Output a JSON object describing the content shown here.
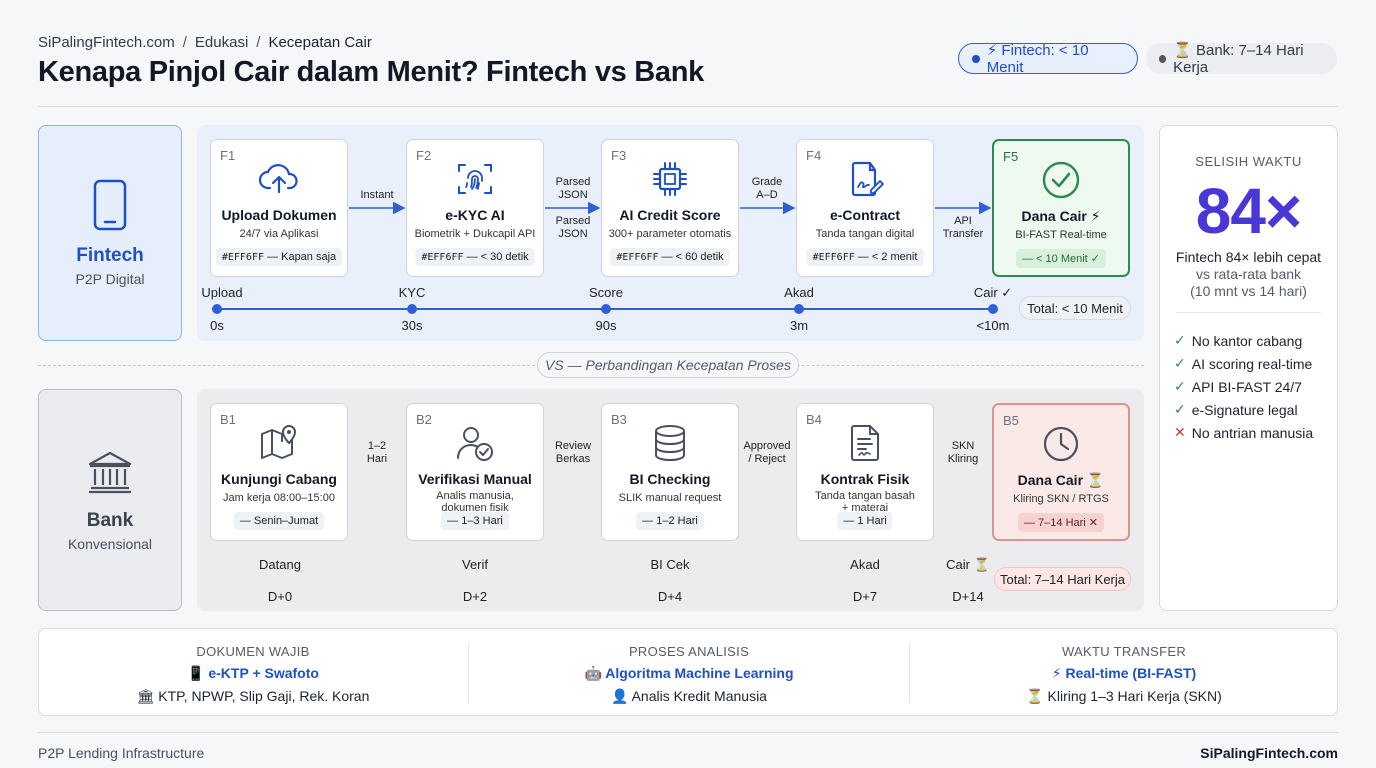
{
  "breadcrumb": {
    "site": "SiPalingFintech.com",
    "sep": "/",
    "section": "Edukasi",
    "current": "Kecepatan Cair"
  },
  "title": "Kenapa Pinjol Cair dalam Menit? Fintech vs Bank",
  "pills": {
    "fintech": "⚡ Fintech: < 10 Menit",
    "bank": "⏳ Bank: 7–14 Hari Kerja"
  },
  "colors": {
    "fintech_accent": "#1f4fc8",
    "success": "#2f8a4f",
    "danger": "#d33a2f",
    "highlight": "#4a37d8"
  },
  "fintech": {
    "label": "Fintech",
    "sub": "P2P Digital",
    "steps": [
      {
        "code": "F1",
        "icon": "cloud-upload-icon",
        "title": "Upload Dokumen",
        "desc": "24/7 via Aplikasi",
        "chip_code": "#EFF6FF",
        "chip": " — Kapan saja"
      },
      {
        "code": "F2",
        "icon": "fingerprint-icon",
        "title": "e-KYC AI",
        "desc": "Biometrik + Dukcapil API",
        "chip_code": "#EFF6FF",
        "chip": " — < 30 detik"
      },
      {
        "code": "F3",
        "icon": "cpu-chip-icon",
        "title": "AI Credit Score",
        "desc": "300+ parameter otomatis",
        "chip_code": "#EFF6FF",
        "chip": " — < 60 detik"
      },
      {
        "code": "F4",
        "icon": "e-signature-icon",
        "title": "e-Contract",
        "desc": "Tanda tangan digital",
        "chip_code": "#EFF6FF",
        "chip": " — < 2 menit"
      },
      {
        "code": "F5",
        "icon": "check-circle-icon",
        "title": "Dana Cair ⚡",
        "desc": "BI-FAST Real-time",
        "chip_code": "",
        "chip": "— < 10 Menit ✓"
      }
    ],
    "connectors": [
      "Instant",
      "Parsed\nJSON",
      "Grade\nA–D",
      "API\nTransfer"
    ],
    "connector_below": "Parsed\nJSON",
    "timeline": [
      {
        "label": "Upload",
        "time": "0s"
      },
      {
        "label": "KYC",
        "time": "30s"
      },
      {
        "label": "Score",
        "time": "90s"
      },
      {
        "label": "Akad",
        "time": "3m"
      },
      {
        "label": "Cair ✓",
        "time": "<10m"
      }
    ],
    "total": "Total: < 10 Menit"
  },
  "vs": "VS — Perbandingan Kecepatan Proses",
  "bank": {
    "label": "Bank",
    "sub": "Konvensional",
    "steps": [
      {
        "code": "B1",
        "icon": "map-pin-icon",
        "title": "Kunjungi Cabang",
        "desc": "Jam kerja 08:00–15:00",
        "chip": "— Senin–Jumat"
      },
      {
        "code": "B2",
        "icon": "user-check-icon",
        "title": "Verifikasi Manual",
        "desc": "Analis manusia,\ndokumen fisik",
        "chip": "— 1–3 Hari"
      },
      {
        "code": "B3",
        "icon": "database-icon",
        "title": "BI Checking",
        "desc": "SLIK manual request",
        "chip": "— 1–2 Hari"
      },
      {
        "code": "B4",
        "icon": "document-sign-icon",
        "title": "Kontrak Fisik",
        "desc": "Tanda tangan basah\n+ materai",
        "chip": "— 1 Hari"
      },
      {
        "code": "B5",
        "icon": "clock-icon",
        "title": "Dana Cair ⏳",
        "desc": "Kliring SKN / RTGS",
        "chip": "— 7–14 Hari ✕"
      }
    ],
    "connectors": [
      "1–2\nHari",
      "Review\nBerkas",
      "Approved\n/ Reject",
      "SKN\nKliring"
    ],
    "timeline": [
      {
        "label": "Datang",
        "time": "D+0"
      },
      {
        "label": "Verif",
        "time": "D+2"
      },
      {
        "label": "BI Cek",
        "time": "D+4"
      },
      {
        "label": "Akad",
        "time": "D+7"
      },
      {
        "label": "Cair ⏳",
        "time": "D+14"
      }
    ],
    "total": "Total: 7–14 Hari Kerja"
  },
  "side": {
    "kicker": "SELISIH WAKTU",
    "big": "84×",
    "cap1": "Fintech 84× lebih cepat",
    "cap2": "vs rata-rata bank",
    "cap3": "(10 mnt vs 14 hari)",
    "items": [
      {
        "mark": "✓",
        "text": "No kantor cabang"
      },
      {
        "mark": "✓",
        "text": "AI scoring real-time"
      },
      {
        "mark": "✓",
        "text": "API BI-FAST 24/7"
      },
      {
        "mark": "✓",
        "text": "e-Signature legal"
      },
      {
        "mark": "✕",
        "text": "No antrian manusia"
      }
    ]
  },
  "compare": [
    {
      "heading": "DOKUMEN WAJIB",
      "fintech": "📱 e-KTP + Swafoto",
      "bank": "🏛 KTP, NPWP, Slip Gaji, Rek. Koran"
    },
    {
      "heading": "PROSES ANALISIS",
      "fintech": "🤖 Algoritma Machine Learning",
      "bank": "👤 Analis Kredit Manusia"
    },
    {
      "heading": "WAKTU TRANSFER",
      "fintech": "⚡ Real-time (BI-FAST)",
      "bank": "⏳ Kliring 1–3 Hari Kerja (SKN)"
    }
  ],
  "footer": {
    "left": "P2P Lending Infrastructure",
    "right": "SiPalingFintech.com"
  }
}
